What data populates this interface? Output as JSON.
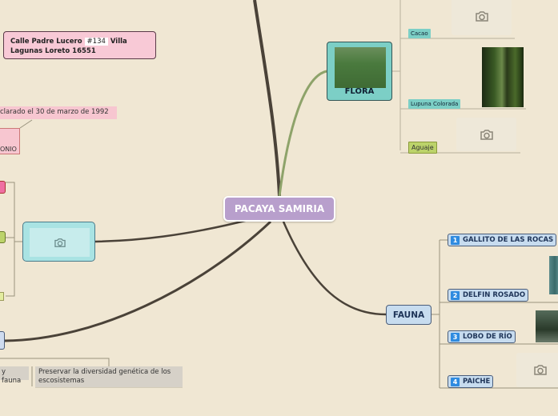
{
  "map": {
    "central": "PACAYA SAMIRIA",
    "flora": {
      "label": "FLORA",
      "items": [
        "Cacao",
        "Lupuna Colorada",
        "Aguaje"
      ]
    },
    "fauna": {
      "label": "FAUNA",
      "items": [
        {
          "num": "1",
          "label": "GALLITO DE LAS ROCAS"
        },
        {
          "num": "2",
          "label": "DELFIN ROSADO"
        },
        {
          "num": "3",
          "label": "LOBO DE RÍO"
        },
        {
          "num": "4",
          "label": "PAICHE"
        }
      ]
    },
    "address": {
      "line1a": "Calle Padre Lucero",
      "tag": "#134",
      "line1b": "Villa",
      "line2": "Lagunas Loreto 16551"
    },
    "declarado": "clarado el 30 de marzo de 1992",
    "patrimonio": "ONIO",
    "objectives": [
      "y fauna",
      "Preservar la diversidad genética de los escosistemas"
    ]
  },
  "colors": {
    "background": "#f0e7d3",
    "central": "#b89fcc",
    "flora": "#7ccfc6",
    "fauna": "#c7dcef",
    "address": "#f8c9d6"
  },
  "icons": [
    "camera-icon"
  ]
}
